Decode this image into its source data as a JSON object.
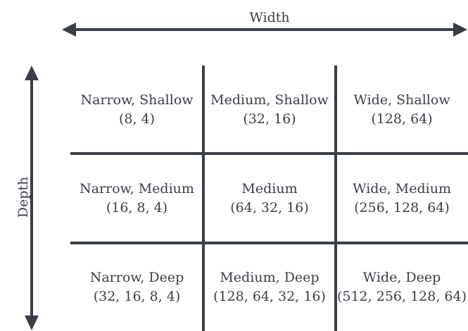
{
  "axes": {
    "width_label": "Width",
    "depth_label": "Depth"
  },
  "grid": {
    "rows": [
      [
        {
          "name": "Narrow, Shallow",
          "dims": "(8, 4)"
        },
        {
          "name": "Medium, Shallow",
          "dims": "(32, 16)"
        },
        {
          "name": "Wide, Shallow",
          "dims": "(128, 64)"
        }
      ],
      [
        {
          "name": "Narrow, Medium",
          "dims": "(16, 8, 4)"
        },
        {
          "name": "Medium",
          "dims": "(64, 32, 16)"
        },
        {
          "name": "Wide, Medium",
          "dims": "(256, 128, 64)"
        }
      ],
      [
        {
          "name": "Narrow, Deep",
          "dims": "(32, 16, 8, 4)"
        },
        {
          "name": "Medium, Deep",
          "dims": "(128, 64, 32, 16)"
        },
        {
          "name": "Wide, Deep",
          "dims": "(512, 256, 128, 64)"
        }
      ]
    ]
  },
  "colors": {
    "line": "#3a3f47",
    "text": "#3a3f47"
  }
}
